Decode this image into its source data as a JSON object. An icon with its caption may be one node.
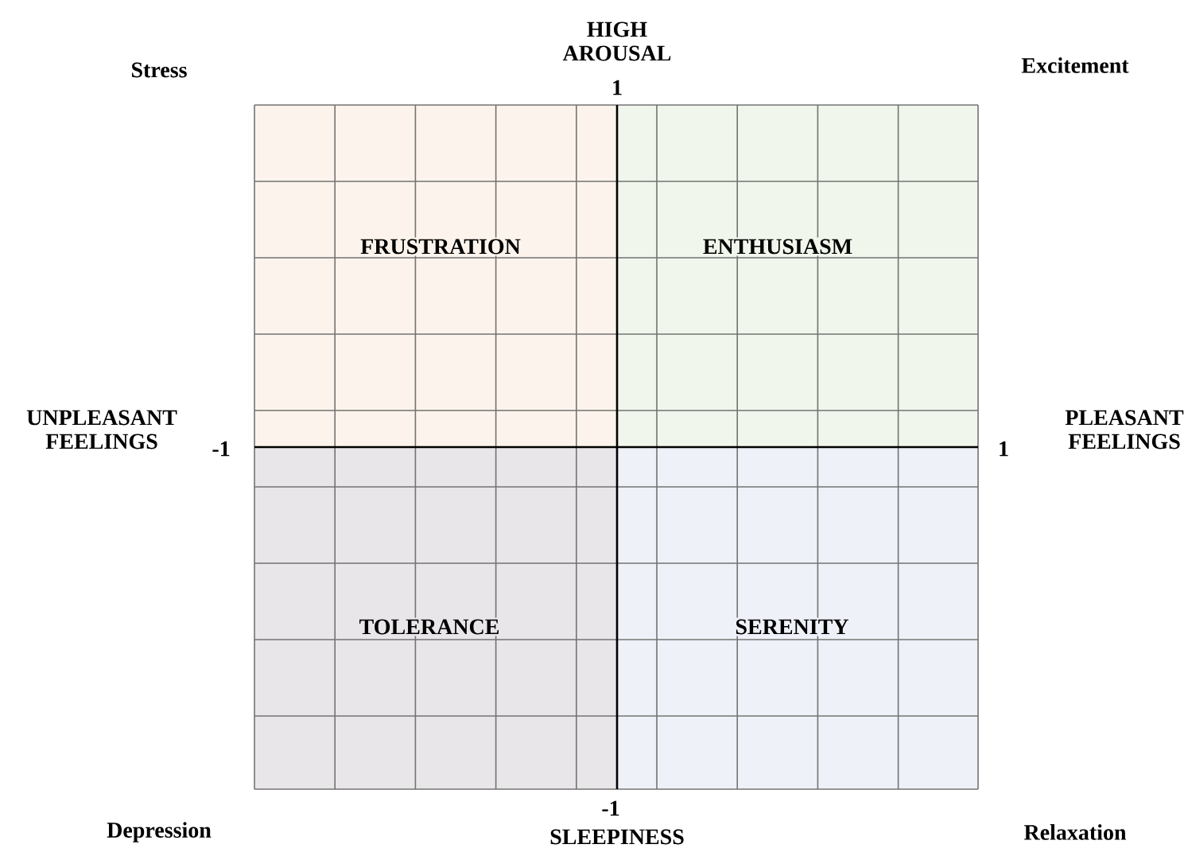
{
  "diagram": {
    "nodes": [
      {
        "text": [
          "FRUSTRATION"
        ]
      },
      {
        "text": [
          "ENTHUSIASM"
        ]
      },
      {
        "text": [
          "TOLERANCE"
        ]
      },
      {
        "text": [
          "SERENITY"
        ]
      }
    ],
    "labels": [
      "Stress",
      "HIGH AROUSAL",
      "Excitement",
      "1",
      "UNPLEASANT FEELINGS",
      "-1",
      "1",
      "PLEASANT FEELINGS",
      "-1",
      "Depression",
      "SLEEPINESS",
      "Relaxation"
    ]
  }
}
